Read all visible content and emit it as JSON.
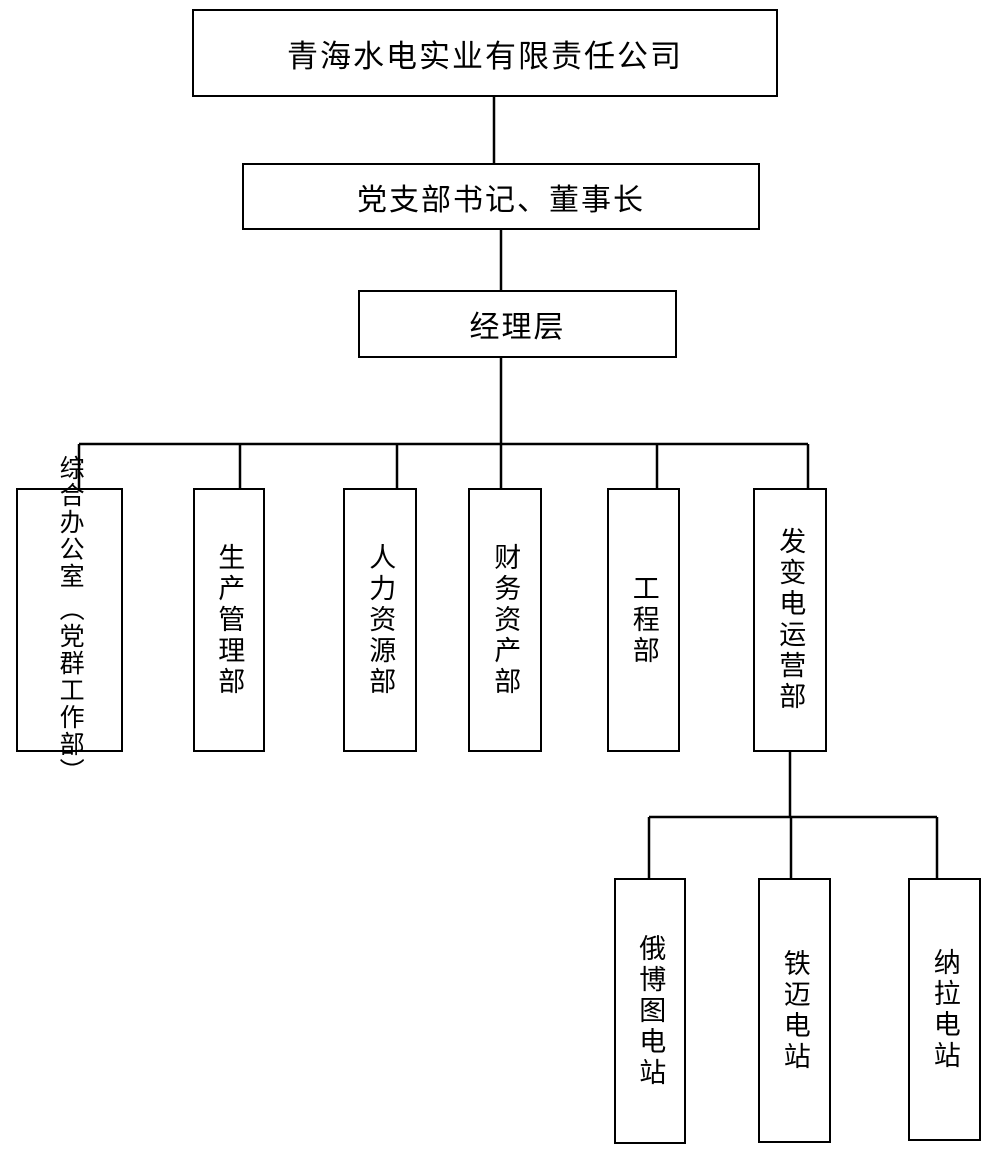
{
  "org_chart": {
    "company": {
      "label": "青海水电实业有限责任公司"
    },
    "chairman": {
      "label": "党支部书记、董事长"
    },
    "management": {
      "label": "经理层"
    },
    "departments": [
      {
        "label": "综合办公室（党群工作部）",
        "column_right": "（党群工作部）",
        "column_left": "综合办公室"
      },
      {
        "label": "生产管理部"
      },
      {
        "label": "人力资源部"
      },
      {
        "label": "财务资产部"
      },
      {
        "label": "工程部"
      },
      {
        "label": "发变电运营部"
      }
    ],
    "stations": [
      {
        "label": "俄博图电站"
      },
      {
        "label": "铁迈电站"
      },
      {
        "label": "纳拉电站"
      }
    ],
    "colors": {
      "line": "#000000",
      "box_border": "#000000",
      "text": "#000000",
      "background": "#ffffff"
    }
  }
}
